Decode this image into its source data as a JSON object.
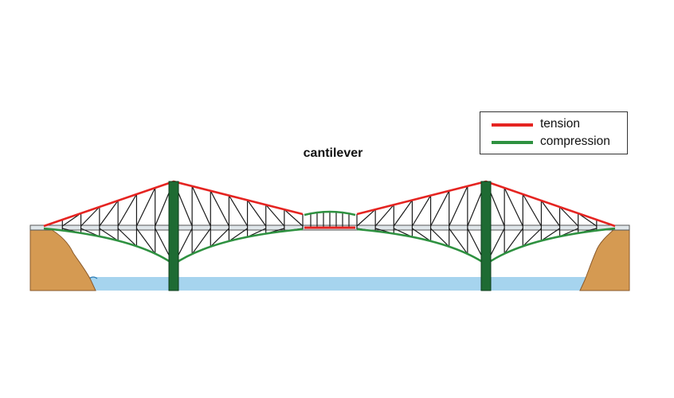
{
  "diagram": {
    "title": "cantilever",
    "legend": [
      {
        "label": "tension",
        "color": "#e52421"
      },
      {
        "label": "compression",
        "color": "#2e9140"
      }
    ],
    "colors": {
      "tension": "#e52421",
      "compression": "#2e9140",
      "tower": "#1e6b33",
      "deck": "#dfe6ea",
      "truss": "#1a1a1a",
      "water": "#a6d4ee",
      "wave": "#2f7fb8",
      "cliff": "#d59a52",
      "cliff_edge": "#8a5a2b"
    }
  }
}
